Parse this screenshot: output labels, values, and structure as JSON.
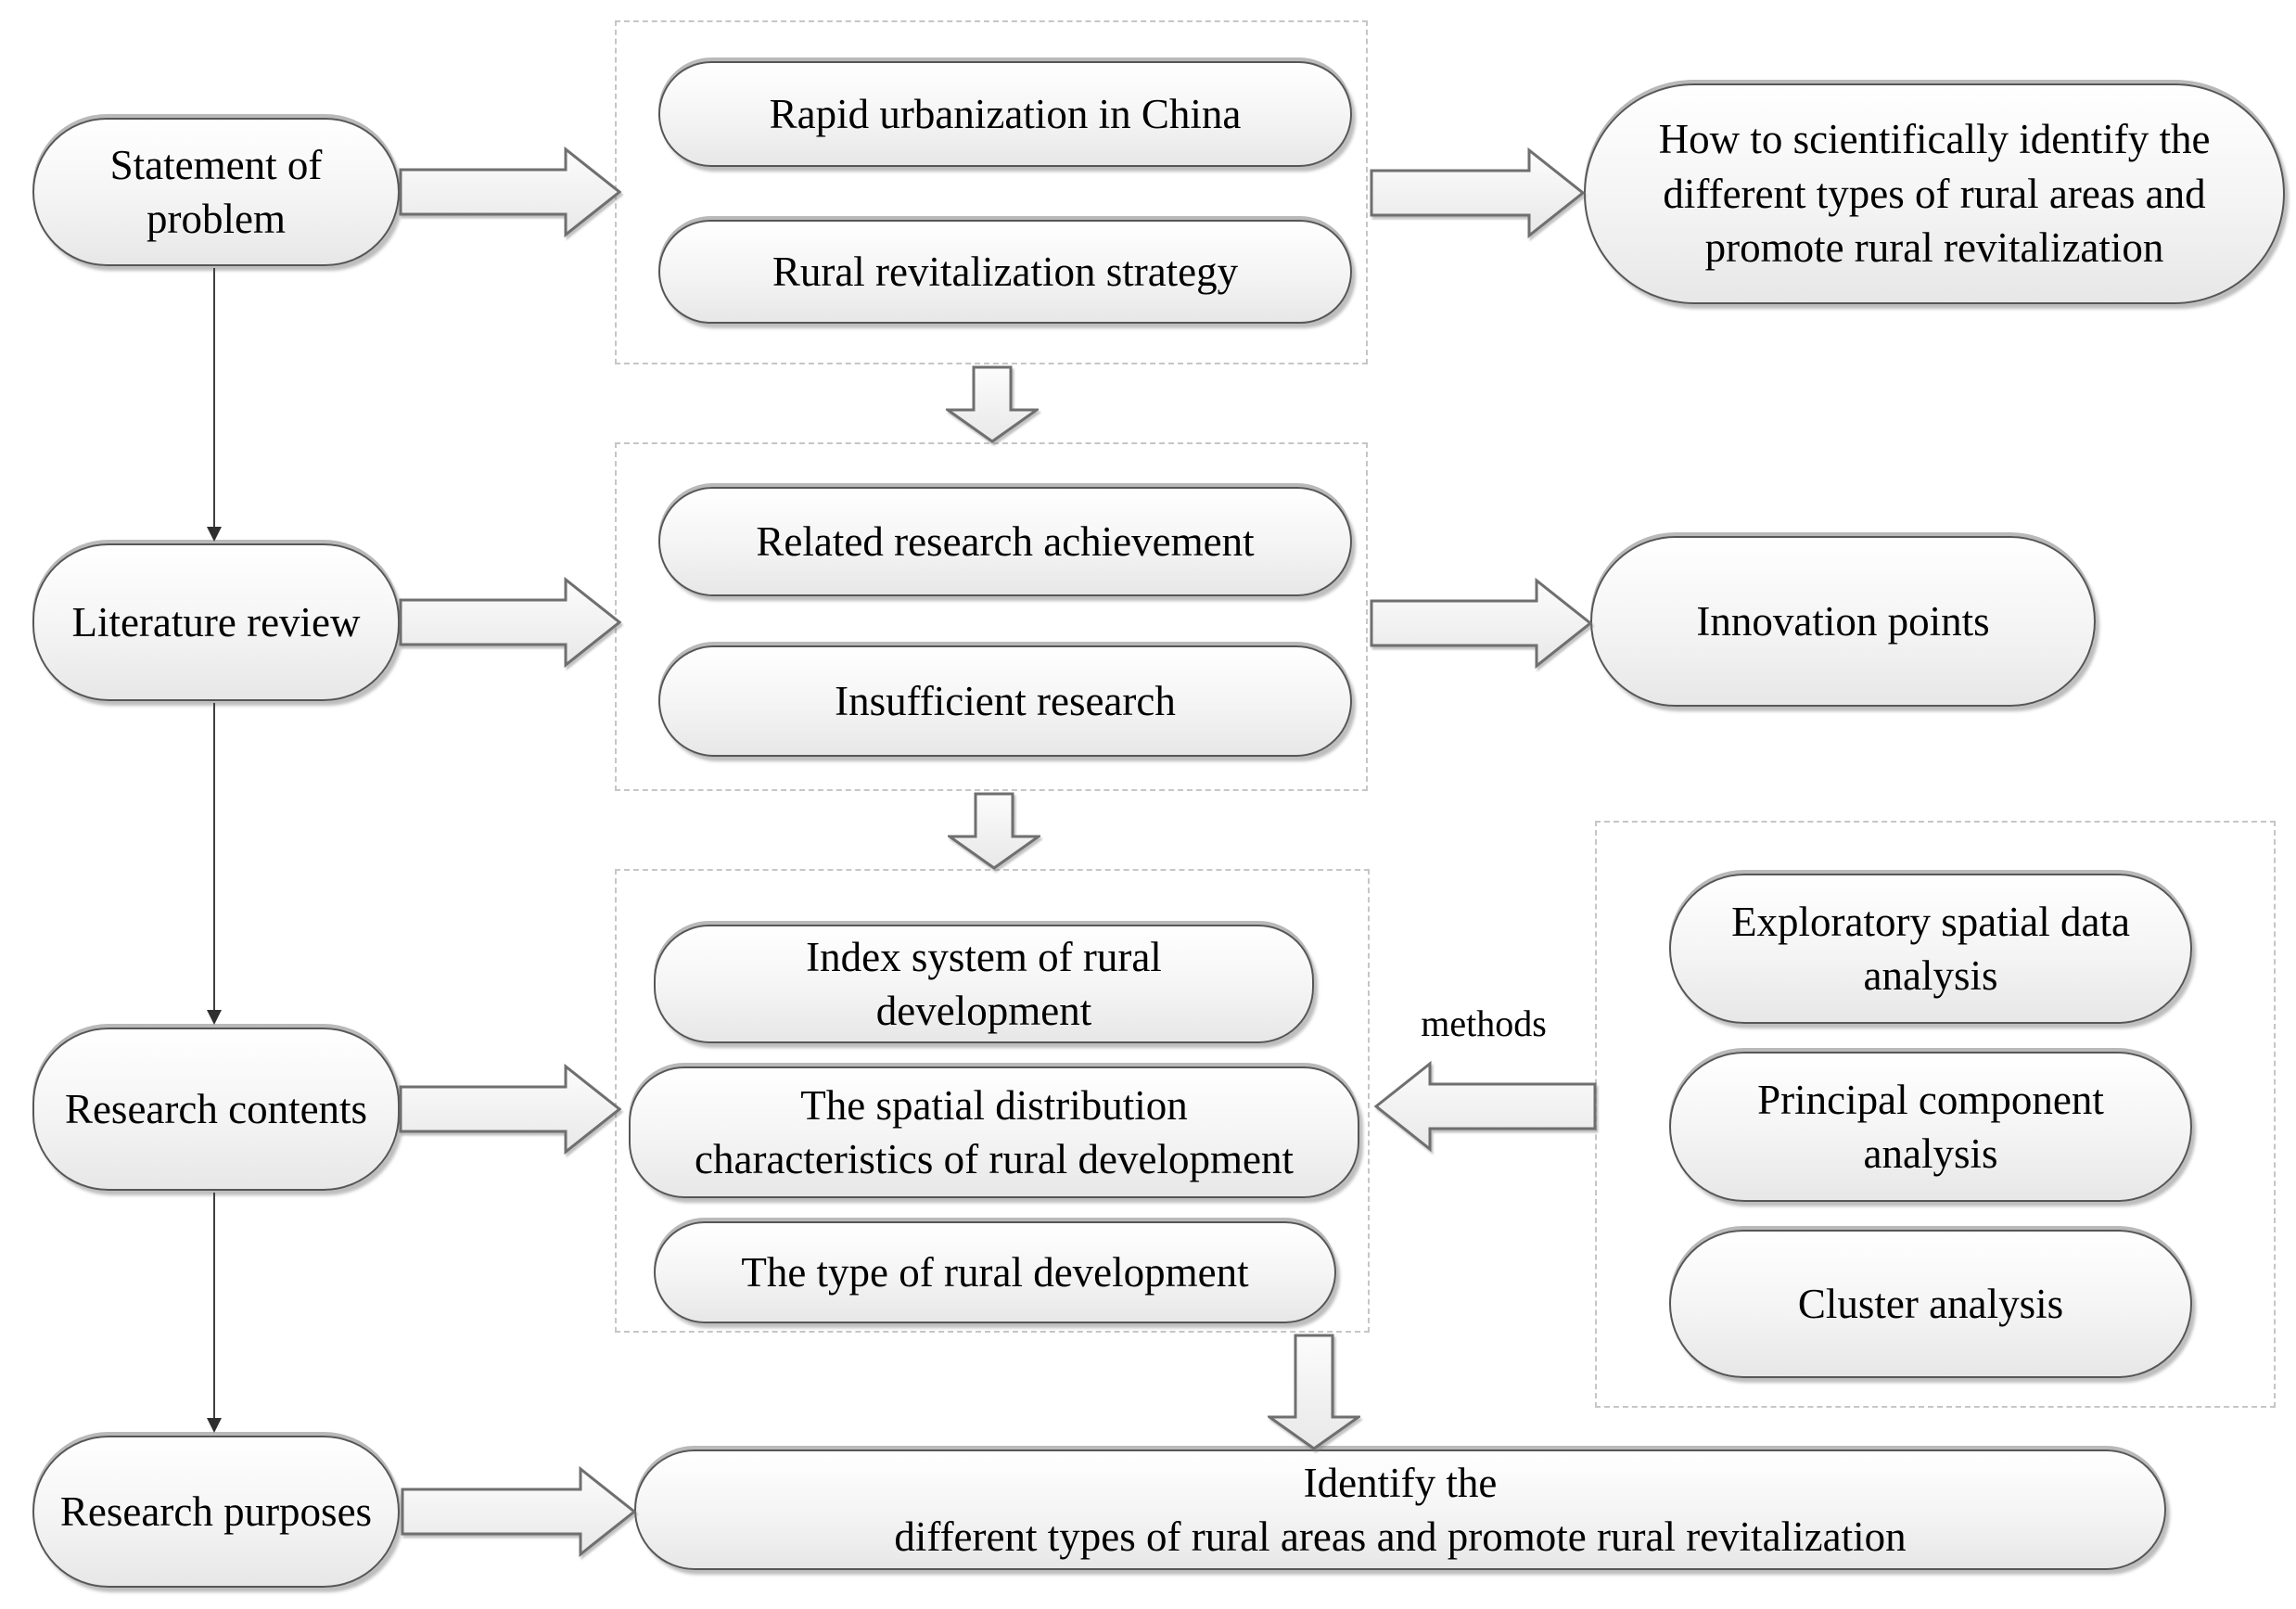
{
  "nodes": {
    "statement": "Statement of\nproblem",
    "literature": "Literature review",
    "contents": "Research contents",
    "purposes": "Research purposes",
    "rapid_urbanization": "Rapid urbanization in China",
    "rural_strategy": "Rural revitalization strategy",
    "related_research": "Related research achievement",
    "insufficient_research": "Insufficient research",
    "index_system": "Index system of rural\ndevelopment",
    "spatial_distribution": "The spatial distribution\ncharacteristics of rural development",
    "rural_type": "The type of rural development",
    "how_to": "How to scientifically identify the\ndifferent types of rural areas and\npromote rural revitalization",
    "innovation": "Innovation points",
    "esda": "Exploratory spatial data\nanalysis",
    "pca": "Principal component\nanalysis",
    "cluster": "Cluster analysis",
    "identify": "Identify the\ndifferent types of rural areas and promote rural revitalization"
  },
  "labels": {
    "methods": "methods"
  },
  "colors": {
    "node_border": "#565656",
    "node_fill_top": "#ffffff",
    "node_fill_bottom": "#e7e7e7",
    "dashed_border": "#c6c6c6",
    "arrow_outline": "#6f6f6f",
    "arrow_fill_top": "#fcfcfc",
    "arrow_fill_bottom": "#e8e8e8",
    "text": "#000000"
  }
}
